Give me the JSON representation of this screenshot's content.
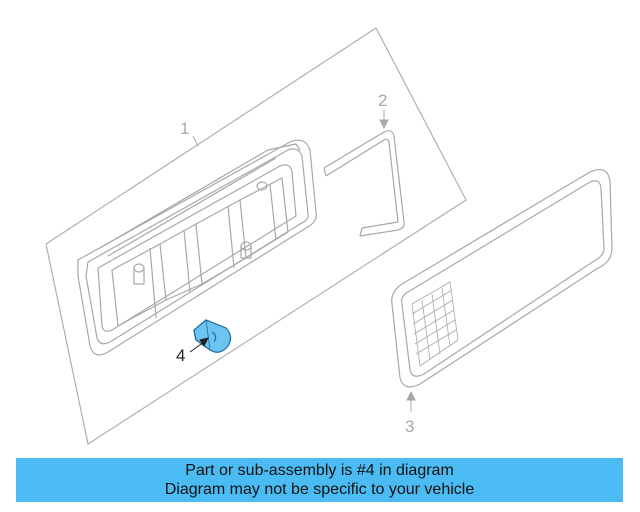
{
  "diagram": {
    "callouts": {
      "part1": "1",
      "part2": "2",
      "part3": "3",
      "part4": "4"
    },
    "highlight_color": "#6cc4f0",
    "line_color": "#a8a8a8"
  },
  "banner": {
    "line1": "Part or sub-assembly is #4 in diagram",
    "line2": "Diagram may not be specific to your vehicle",
    "background": "#4bbcf3"
  }
}
